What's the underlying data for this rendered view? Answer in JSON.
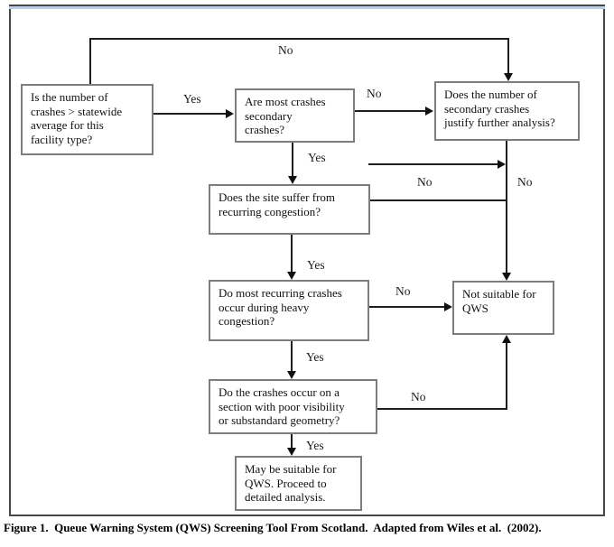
{
  "colors": {
    "frame_border": "#474747",
    "frame_top_accent": "#b9cde6",
    "box_border": "#7d7d7d",
    "connector": "#1e1e1e",
    "text": "#111111",
    "background": "#ffffff"
  },
  "diagram": {
    "nodes": [
      {
        "id": "crash-average",
        "label": "Is the number of\ncrashes > statewide\naverage for this\nfacility type?"
      },
      {
        "id": "secondary-crashes",
        "label": "Are most crashes\nsecondary\ncrashes?"
      },
      {
        "id": "justify-analysis",
        "label": "Does the number of\nsecondary crashes\njustify further analysis?"
      },
      {
        "id": "recurring-congestion",
        "label": "Does the site suffer from\nrecurring congestion?"
      },
      {
        "id": "heavy-congestion",
        "label": "Do most recurring crashes\noccur during heavy\ncongestion?"
      },
      {
        "id": "visibility-geometry",
        "label": "Do the crashes occur on a\nsection with poor visibility\nor substandard geometry?"
      },
      {
        "id": "not-suitable",
        "label": "Not suitable for\nQWS"
      },
      {
        "id": "may-be-suitable",
        "label": "May be suitable for\nQWS. Proceed to\ndetailed analysis."
      }
    ],
    "edge_labels": [
      {
        "id": "no-top",
        "text": "No"
      },
      {
        "id": "yes-crash-secondary",
        "text": "Yes"
      },
      {
        "id": "no-secondary-justify",
        "text": "No"
      },
      {
        "id": "yes-secondary-recurring",
        "text": "Yes"
      },
      {
        "id": "no-junction-left",
        "text": "No"
      },
      {
        "id": "no-junction-right",
        "text": "No"
      },
      {
        "id": "yes-recurring-heavy",
        "text": "Yes"
      },
      {
        "id": "no-heavy-notsuitable",
        "text": "No"
      },
      {
        "id": "yes-heavy-visibility",
        "text": "Yes"
      },
      {
        "id": "no-visibility-notsuitable",
        "text": "No"
      },
      {
        "id": "yes-visibility-suitable",
        "text": "Yes"
      }
    ]
  },
  "caption": "Figure 1.  Queue Warning System (QWS) Screening Tool From Scotland.  Adapted from Wiles et al.  (2002)."
}
